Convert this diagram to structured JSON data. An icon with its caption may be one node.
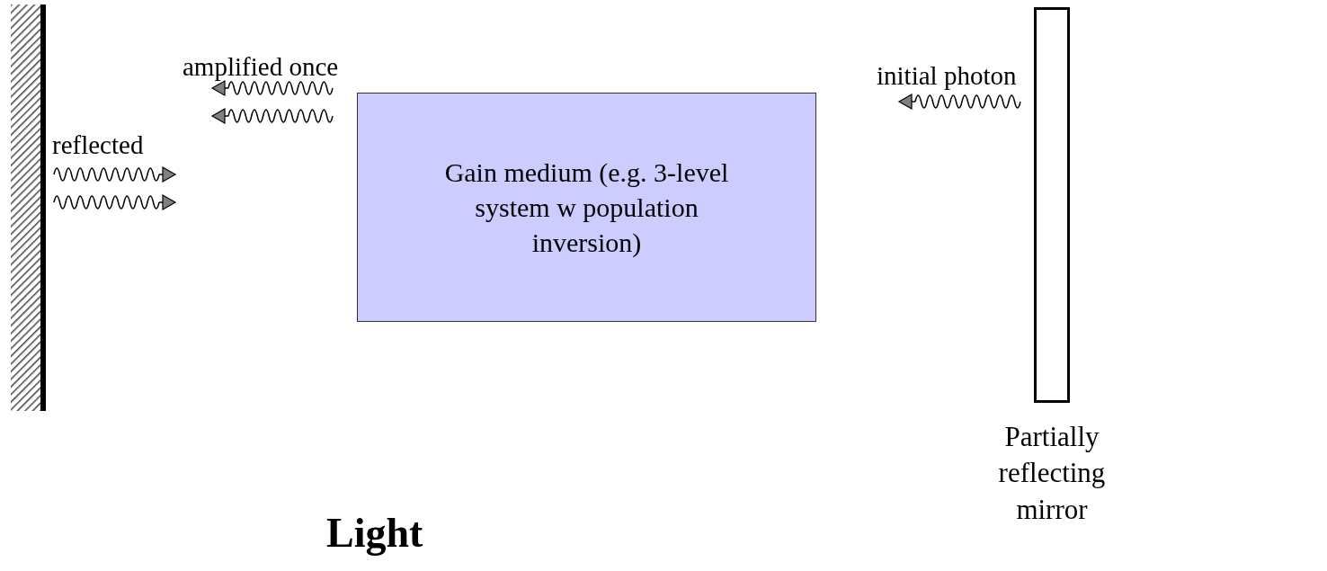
{
  "diagram": {
    "nodes": [
      {
        "text": [],
        "shape": "bar"
      },
      {
        "text": [
          "Gain medium (e.g. 3-level system w population inversion)"
        ]
      },
      {
        "text": [],
        "shape": "box",
        "beside": [
          "Partially reflecting mirror"
        ]
      }
    ],
    "edges": [],
    "labels": [
      "amplified once",
      "initial photon",
      "reflected",
      "Light"
    ]
  }
}
